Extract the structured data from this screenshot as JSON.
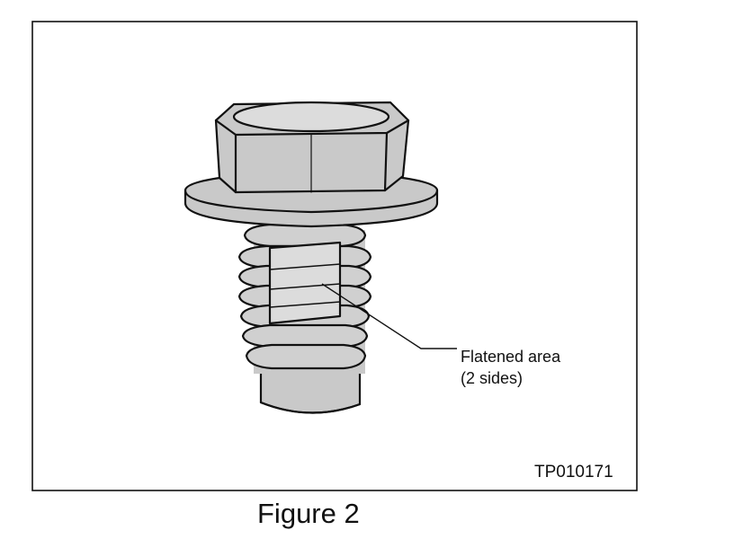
{
  "callout": {
    "line1": "Flatened area",
    "line2": "(2 sides)"
  },
  "figure_code": "TP010171",
  "caption": "Figure 2",
  "colors": {
    "fill": "#c9c9c9",
    "fill_light": "#dcdcdc",
    "stroke": "#111111",
    "background": "#ffffff"
  }
}
